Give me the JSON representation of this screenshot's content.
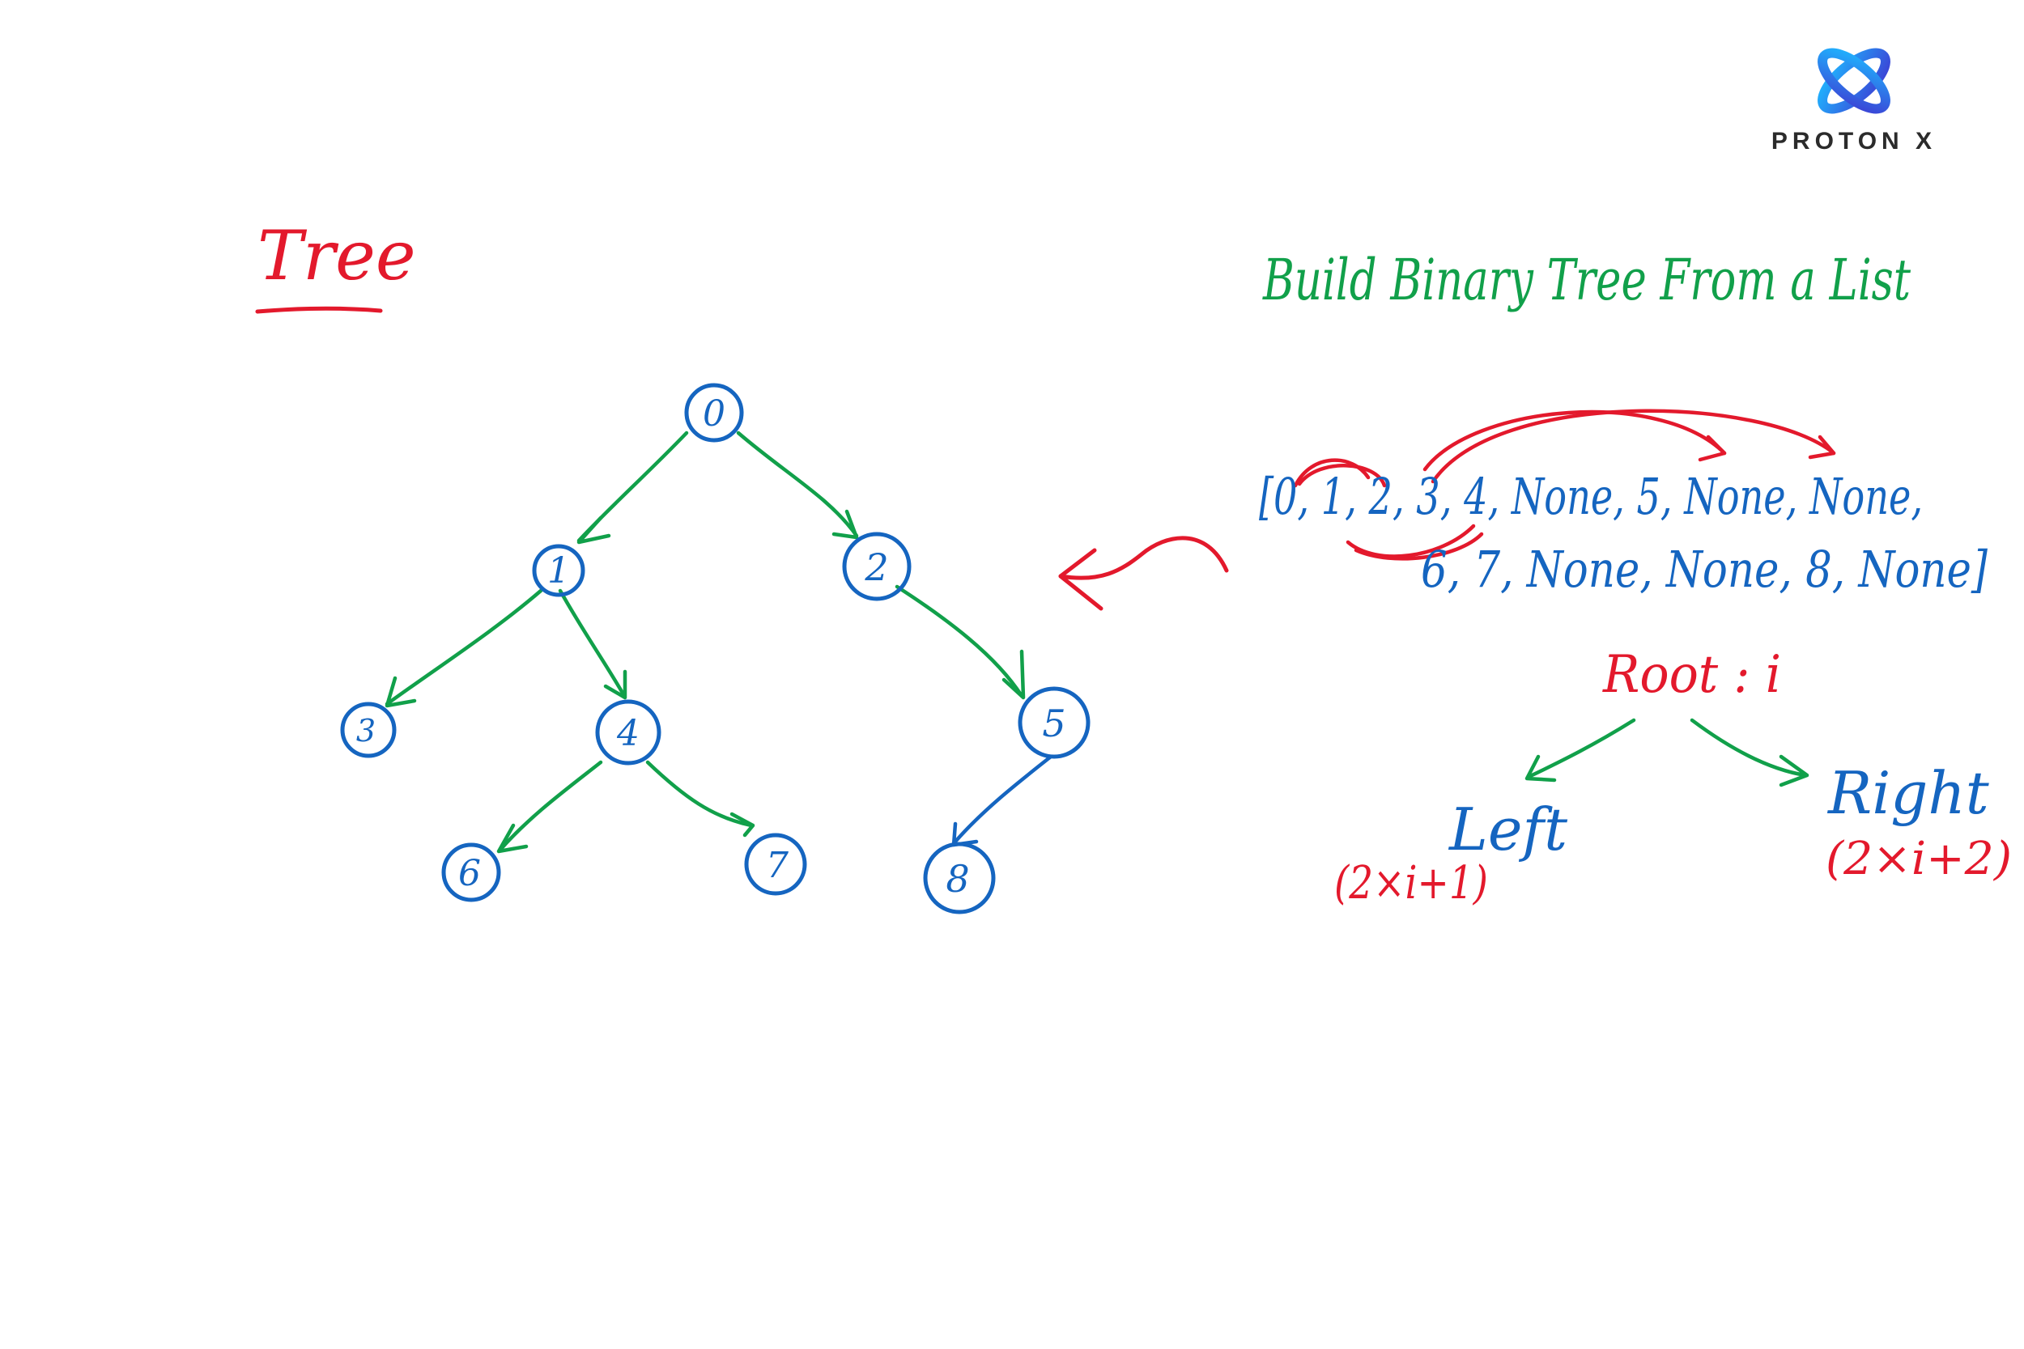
{
  "brand": {
    "name": "PROTON X",
    "colors": {
      "gradient_start": "#1fb6ff",
      "gradient_end": "#3c3fd4"
    }
  },
  "colors": {
    "red": "#e3192c",
    "green": "#11a04a",
    "blue": "#1565c0"
  },
  "left_heading": "Tree",
  "tree": {
    "nodes": [
      {
        "id": "n0",
        "label": "0"
      },
      {
        "id": "n1",
        "label": "1"
      },
      {
        "id": "n2",
        "label": "2"
      },
      {
        "id": "n3",
        "label": "3"
      },
      {
        "id": "n4",
        "label": "4"
      },
      {
        "id": "n5",
        "label": "5"
      },
      {
        "id": "n6",
        "label": "6"
      },
      {
        "id": "n7",
        "label": "7"
      },
      {
        "id": "n8",
        "label": "8"
      }
    ],
    "edges": [
      {
        "from": "0",
        "to": "1"
      },
      {
        "from": "0",
        "to": "2"
      },
      {
        "from": "1",
        "to": "3"
      },
      {
        "from": "1",
        "to": "4"
      },
      {
        "from": "2",
        "to": "5"
      },
      {
        "from": "4",
        "to": "6"
      },
      {
        "from": "4",
        "to": "7"
      },
      {
        "from": "5",
        "to": "8"
      }
    ]
  },
  "right": {
    "title": "Build Binary Tree From a List",
    "list_line1": "[0, 1, 2, 3, 4, None, 5, None, None,",
    "list_line2": "6, 7, None, None, 8, None]",
    "root_label": "Root : i",
    "left_label": "Left",
    "left_formula": "(2×i+1)",
    "right_label": "Right",
    "right_formula": "(2×i+2)"
  }
}
